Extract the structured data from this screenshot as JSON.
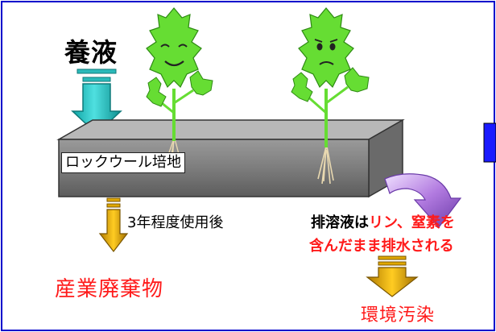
{
  "nutrient_label": "養液",
  "medium_label": "ロックウール培地",
  "after_use_label": "3年程度使用後",
  "waste_label": "産業廃棄物",
  "drainage": {
    "line1_part1": "排溶液は",
    "line1_part2": "リン、窒素を",
    "line2": "含んだまま排水される"
  },
  "pollution_label": "環境汚染",
  "colors": {
    "border": "#0000cc",
    "nutrient_arrow": "#33cccc",
    "medium_bar": "#8c8c8c",
    "waste_arrow": "#e0a800",
    "drain_arrow": "#9966cc",
    "warning_text": "#ff1a1a",
    "plant": "#66dd33",
    "side_box": "#1a1aff"
  },
  "icons": {
    "happy_plant": "happy-plant-icon",
    "worried_plant": "worried-plant-icon"
  }
}
